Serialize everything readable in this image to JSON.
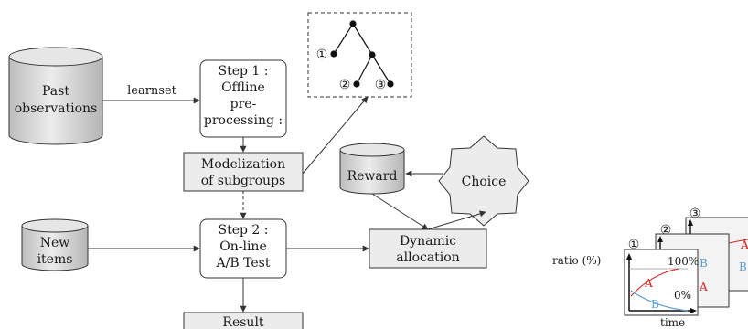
{
  "cylinders": {
    "past_observations": [
      "Past",
      "observations"
    ],
    "new_items": [
      "New",
      "items"
    ],
    "reward": "Reward"
  },
  "edges": {
    "learnset": "learnset"
  },
  "steps": {
    "step1": [
      "Step 1 :",
      "Offline",
      "pre-",
      "processing :"
    ],
    "step2": [
      "Step 2 :",
      "On-line",
      "A/B Test"
    ]
  },
  "boxes": {
    "modelization": [
      "Modelization",
      "of subgroups"
    ],
    "dynamic_allocation": [
      "Dynamic",
      "allocation"
    ],
    "result": "Result"
  },
  "choice": "Choice",
  "tree": {
    "leaf_labels": [
      "①",
      "②",
      "③"
    ]
  },
  "mini_chart": {
    "panel_numbers": [
      "①",
      "②",
      "③"
    ],
    "y_label": "ratio (%)",
    "x_label": "time",
    "tick_top": "100%",
    "tick_bottom": "0%",
    "series": [
      "A",
      "B"
    ],
    "series_colors": {
      "A": "#d62020",
      "B": "#5b9bd5"
    }
  },
  "colors": {
    "box_fill": "#ececec",
    "cylinder_fill": "#e0e0e0",
    "stroke": "#333333"
  }
}
